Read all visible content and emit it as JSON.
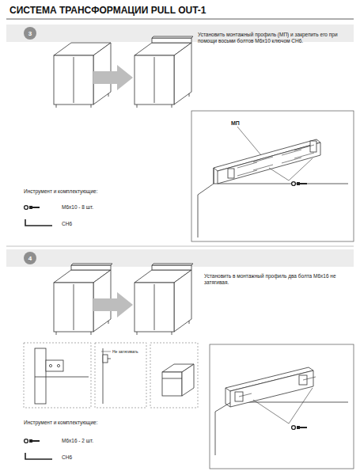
{
  "diagram": {
    "title": "СИСТЕМА ТРАНСФОРМАЦИИ PULL OUT-1",
    "nodes": [
      {
        "text": [
          "3"
        ]
      },
      {
        "text": [
          "4"
        ]
      }
    ],
    "labels": [
      "Установить монтажный профиль (МП) и закрепить его при помощи восьми болтов М6х10 ключом СН6.",
      "МП",
      "Инструмент и комплектующие:",
      "М6х10 - 8 шт.",
      "СН6",
      "Установить в монтажный профиль два болта М6х16 не затягивая.",
      "Не затягивать",
      "Инструмент и комплектующие:",
      "М6х16 - 2 шт.",
      "СН6"
    ]
  }
}
